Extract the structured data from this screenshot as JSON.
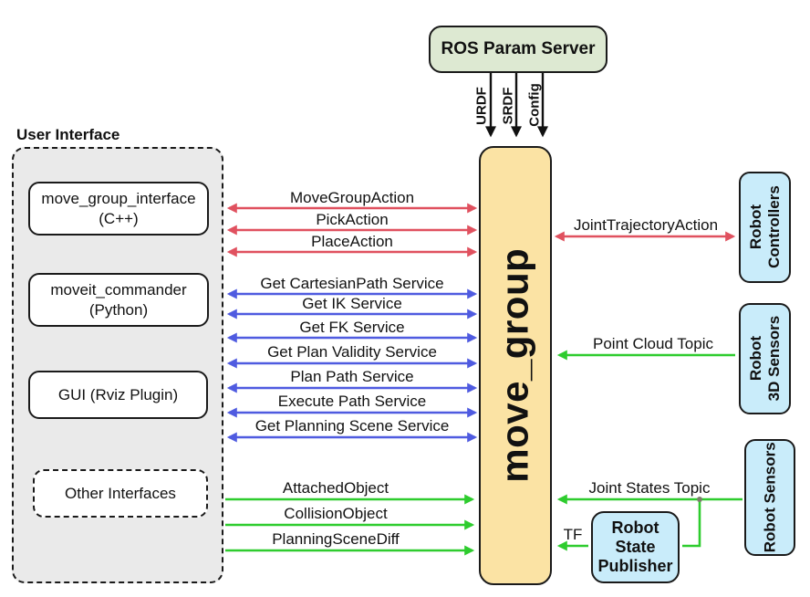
{
  "param_server": {
    "label": "ROS Param Server",
    "outputs": [
      "URDF",
      "SRDF",
      "Config"
    ]
  },
  "move_group": {
    "label": "move_group"
  },
  "user_interface": {
    "label": "User Interface",
    "boxes": {
      "move_group_interface": {
        "line1": "move_group_interface",
        "line2": "(C++)"
      },
      "moveit_commander": {
        "line1": "moveit_commander",
        "line2": "(Python)"
      },
      "gui_rviz": {
        "label": "GUI (Rviz Plugin)"
      },
      "other_interfaces": {
        "label": "Other Interfaces"
      }
    }
  },
  "actions": {
    "items": [
      "MoveGroupAction",
      "PickAction",
      "PlaceAction"
    ]
  },
  "services": {
    "items": [
      "Get CartesianPath Service",
      "Get IK Service",
      "Get FK Service",
      "Get Plan Validity Service",
      "Plan Path Service",
      "Execute Path Service",
      "Get Planning Scene Service"
    ]
  },
  "scene_topics": {
    "items": [
      "AttachedObject",
      "CollisionObject",
      "PlanningSceneDiff"
    ]
  },
  "right_side": {
    "joint_trajectory_action": "JointTrajectoryAction",
    "point_cloud_topic": "Point Cloud Topic",
    "joint_states_topic": "Joint States Topic",
    "tf": "TF",
    "robot_controllers": {
      "line1": "Robot",
      "line2": "Controllers"
    },
    "robot_3d_sensors": {
      "line1": "Robot",
      "line2": "3D Sensors"
    },
    "robot_sensors": {
      "label": "Robot Sensors"
    },
    "robot_state_publisher": {
      "line1": "Robot",
      "line2": "State",
      "line3": "Publisher"
    }
  },
  "colors": {
    "action_arrow": "#e0515f",
    "service_arrow": "#4f5be0",
    "topic_arrow": "#2ecc2e",
    "param_arrow": "#111111",
    "param_server_fill": "#dde9d2",
    "move_group_fill": "#fbe3a4",
    "right_box_fill": "#c9ecfa",
    "ui_container_fill": "#eaeaea"
  }
}
